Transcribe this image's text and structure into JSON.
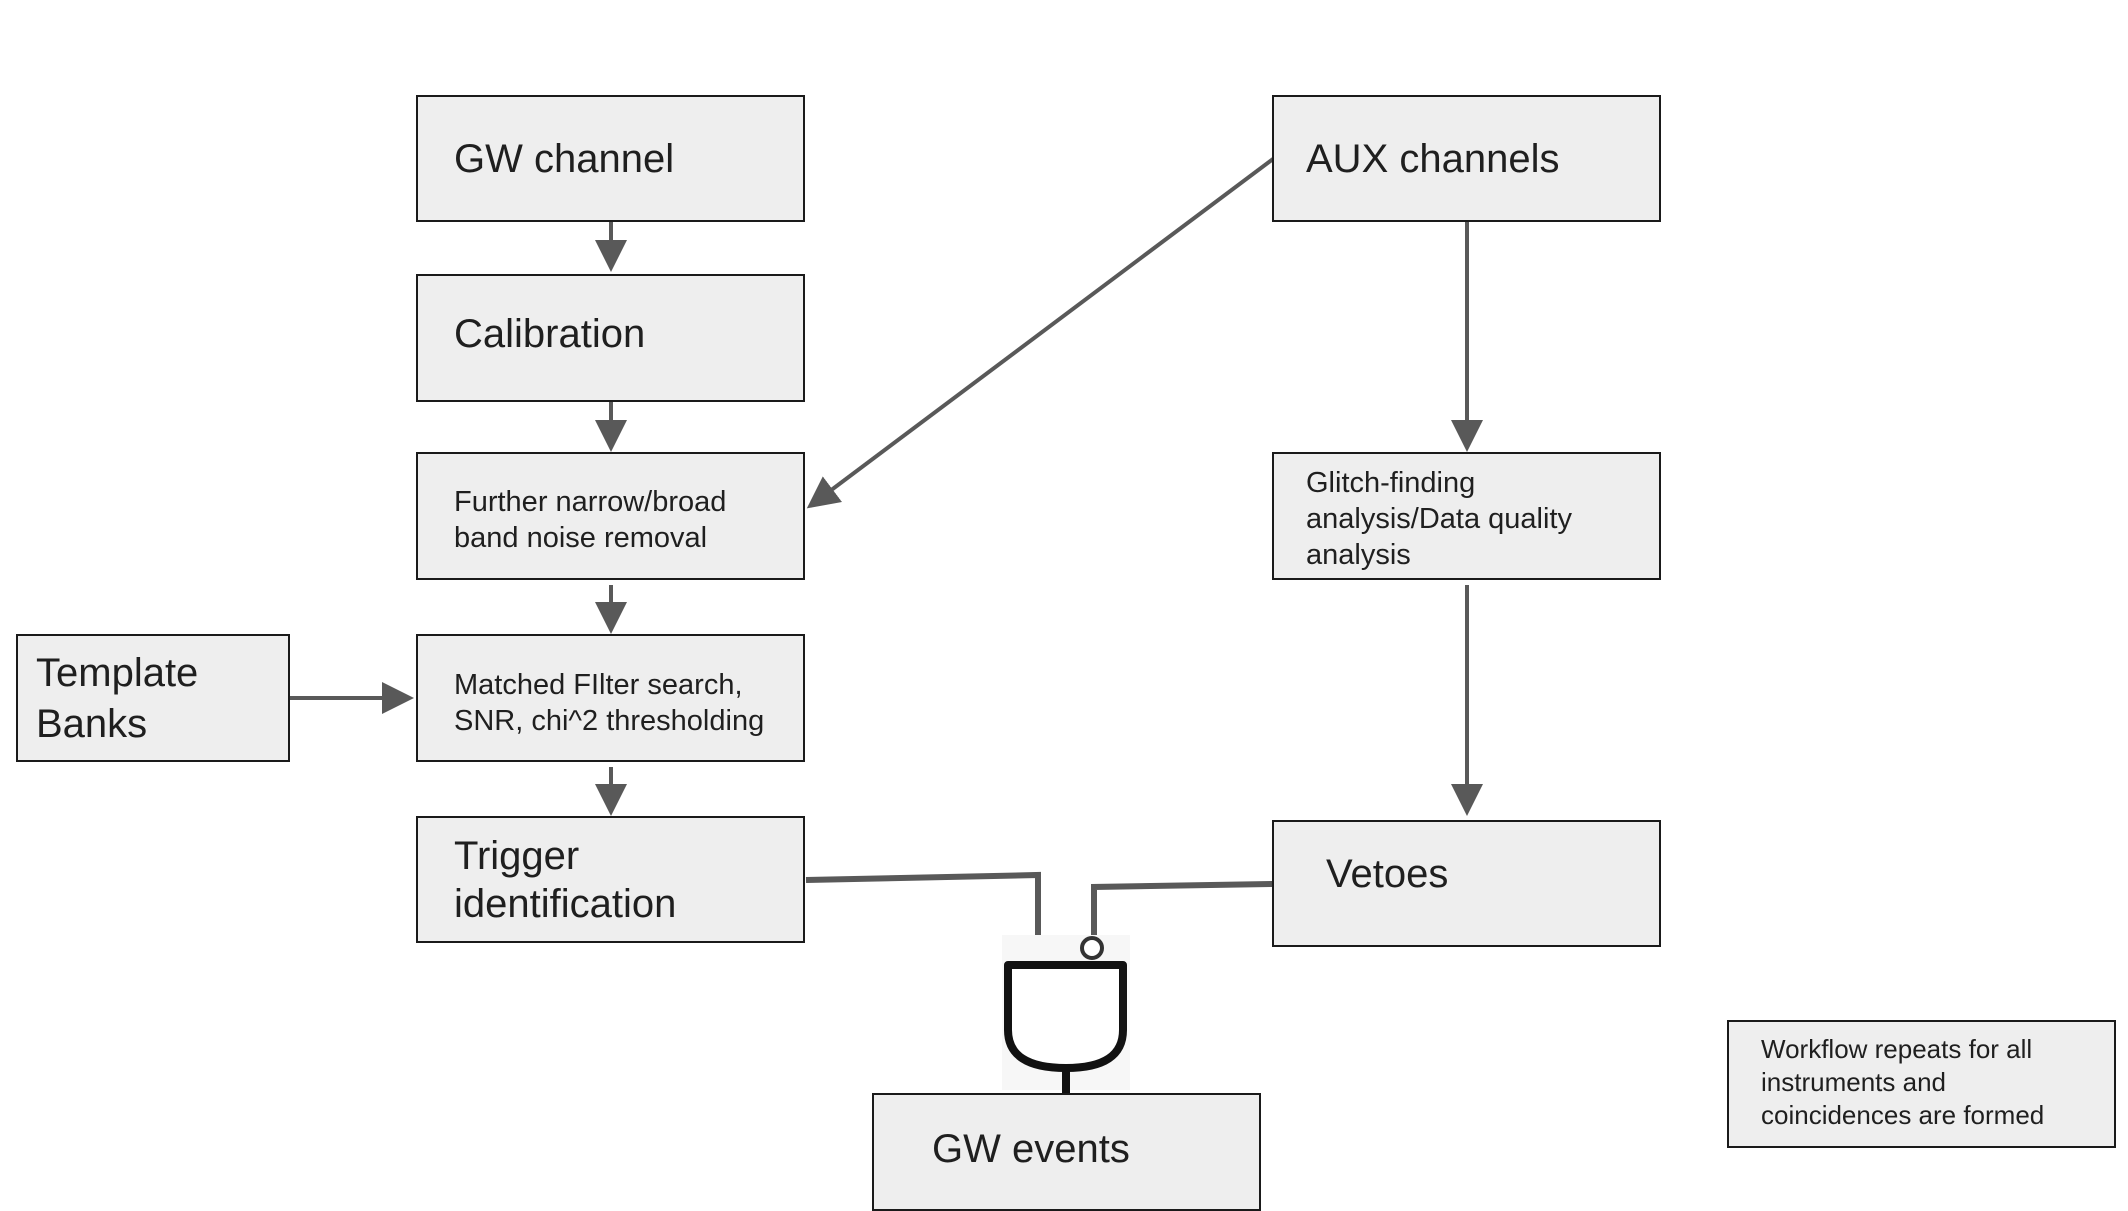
{
  "diagram": {
    "nodes": {
      "gw_channel": "GW channel",
      "calibration": "Calibration",
      "noise_removal": "Further narrow/broad\nband noise removal",
      "matched_filter": "Matched FIlter search,\nSNR, chi^2 thresholding",
      "trigger_id": "Trigger\nidentification",
      "template_banks": "Template\nBanks",
      "aux_channels": "AUX channels",
      "glitch_finding": "Glitch-finding\nanalysis/Data quality\nanalysis",
      "vetoes": "Vetoes",
      "gw_events": "GW events",
      "note": "Workflow repeats for all\ninstruments and\ncoincidences are formed"
    },
    "edges": [
      {
        "from": "gw_channel",
        "to": "calibration"
      },
      {
        "from": "calibration",
        "to": "noise_removal"
      },
      {
        "from": "aux_channels",
        "to": "noise_removal"
      },
      {
        "from": "noise_removal",
        "to": "matched_filter"
      },
      {
        "from": "template_banks",
        "to": "matched_filter"
      },
      {
        "from": "matched_filter",
        "to": "trigger_id"
      },
      {
        "from": "aux_channels",
        "to": "glitch_finding"
      },
      {
        "from": "glitch_finding",
        "to": "vetoes"
      },
      {
        "from": "trigger_id",
        "to": "logic-gate"
      },
      {
        "from": "vetoes",
        "to": "logic-gate",
        "inverted": true
      },
      {
        "from": "logic-gate",
        "to": "gw_events"
      }
    ],
    "colors": {
      "box_fill": "#eeeeee",
      "box_border": "#1a1a1a",
      "arrow": "#595959",
      "gate": "#111111"
    }
  }
}
